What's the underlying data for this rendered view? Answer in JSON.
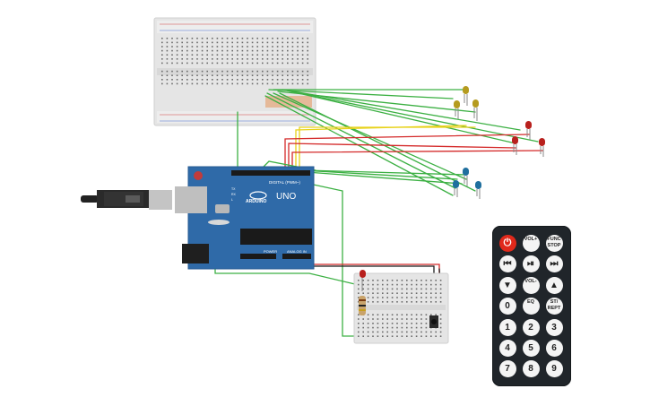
{
  "arduino": {
    "brand": "ARDUINO",
    "model": "UNO",
    "digital_header": "DIGITAL (PWM~)",
    "power_header": "POWER",
    "analog_header": "ANALOG IN",
    "tx_label": "TX",
    "rx_label": "RX",
    "l_label": "L"
  },
  "remote": {
    "buttons": [
      {
        "label": "⏻",
        "kind": "power"
      },
      {
        "label": "VOL+",
        "kind": "small"
      },
      {
        "label": "FUNC STOP",
        "kind": "small"
      },
      {
        "label": "⏮",
        "kind": "normal"
      },
      {
        "label": "⏯",
        "kind": "normal"
      },
      {
        "label": "⏭",
        "kind": "normal"
      },
      {
        "label": "▼",
        "kind": "normal"
      },
      {
        "label": "VOL-",
        "kind": "small"
      },
      {
        "label": "▲",
        "kind": "normal"
      },
      {
        "label": "0",
        "kind": "normal"
      },
      {
        "label": "EQ",
        "kind": "small"
      },
      {
        "label": "ST/ REPT",
        "kind": "small"
      },
      {
        "label": "1",
        "kind": "normal"
      },
      {
        "label": "2",
        "kind": "normal"
      },
      {
        "label": "3",
        "kind": "normal"
      },
      {
        "label": "4",
        "kind": "normal"
      },
      {
        "label": "5",
        "kind": "normal"
      },
      {
        "label": "6",
        "kind": "normal"
      },
      {
        "label": "7",
        "kind": "normal"
      },
      {
        "label": "8",
        "kind": "normal"
      },
      {
        "label": "9",
        "kind": "normal"
      }
    ]
  },
  "colors": {
    "board_blue": "#2f6aa8",
    "breadboard": "#e6e6e6",
    "wire_green": "#3cb043",
    "wire_yellow": "#e8d21a",
    "wire_red": "#d42a2a",
    "wire_black": "#1c1c1c",
    "led_yellow": "#b59b1f",
    "led_red": "#b8201d",
    "led_blue": "#1f6f9e"
  }
}
